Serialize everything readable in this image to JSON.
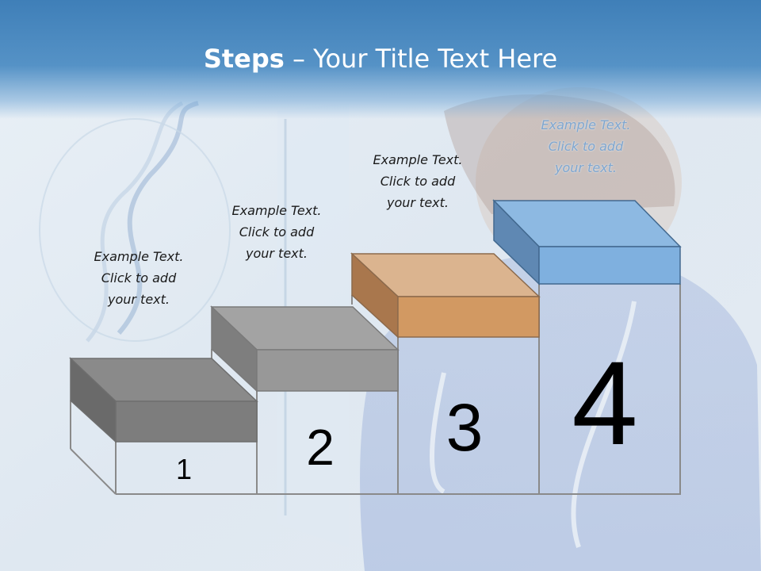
{
  "slide": {
    "title_bold": "Steps",
    "title_rest": " – Your Title Text Here"
  },
  "steps": [
    {
      "number": "1",
      "text": [
        "Example Text.",
        "Click  to add",
        "your text."
      ],
      "color": "#7a7a7a"
    },
    {
      "number": "2",
      "text": [
        "Example Text.",
        "Click  to add",
        "your text."
      ],
      "color": "#9a9a9a"
    },
    {
      "number": "3",
      "text": [
        "Example Text.",
        "Click  to add",
        "your text."
      ],
      "color": "#d4975f"
    },
    {
      "number": "4",
      "text": [
        "Example Text.",
        "Click  to add",
        "your text."
      ],
      "color": "#8db9e2"
    }
  ]
}
